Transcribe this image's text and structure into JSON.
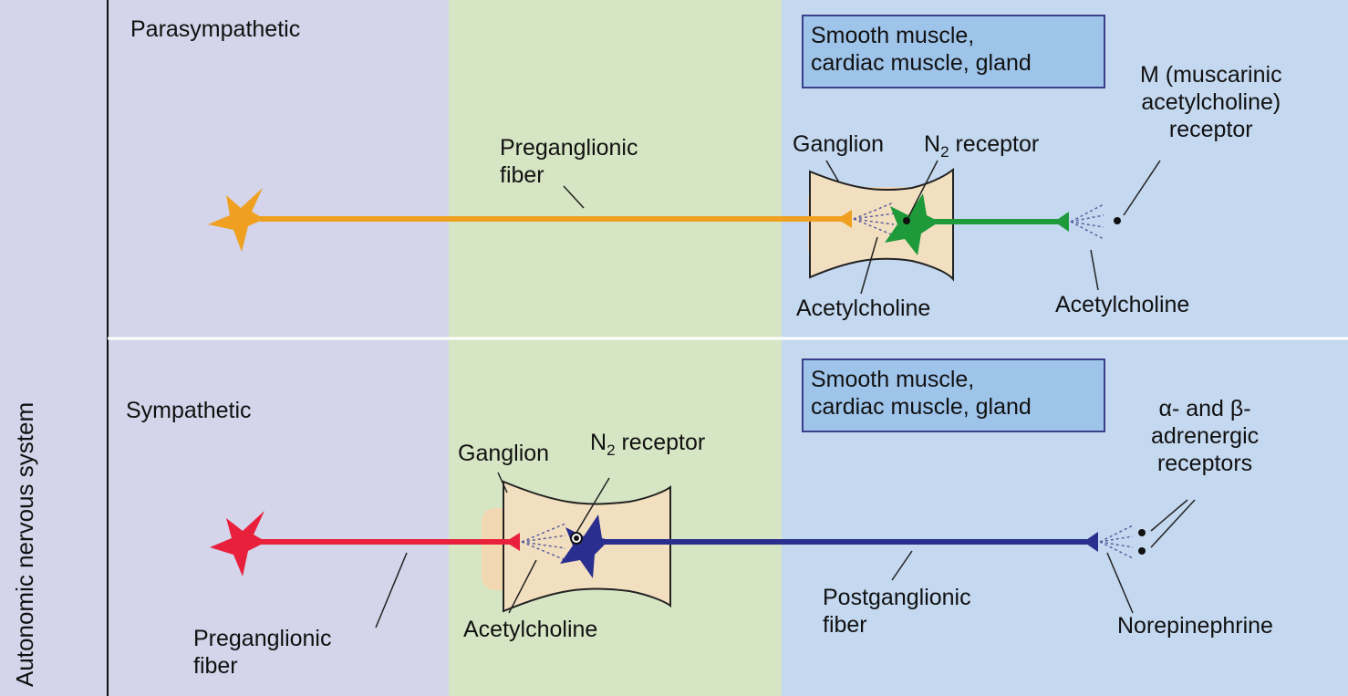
{
  "side_label": "Autonomic nervous system",
  "parasympathetic": {
    "title": "Parasympathetic",
    "effector_box": "Smooth muscle,\ncardiac muscle, gland",
    "preganglionic_label": "Preganglionic\nfiber",
    "ganglion_label": "Ganglion",
    "receptor_label_main": "N",
    "receptor_label_sub": "2",
    "receptor_label_tail": " receptor",
    "synapse_label": "Acetylcholine",
    "target_receptor_label": "M (muscarinic\nacetylcholine)\nreceptor",
    "target_transmitter_label": "Acetylcholine"
  },
  "sympathetic": {
    "title": "Sympathetic",
    "effector_box": "Smooth muscle,\ncardiac muscle, gland",
    "preganglionic_label": "Preganglionic\nfiber",
    "ganglion_label": "Ganglion",
    "receptor_label_main": "N",
    "receptor_label_sub": "2",
    "receptor_label_tail": " receptor",
    "synapse_label": "Acetylcholine",
    "postganglionic_label": "Postganglionic\nfiber",
    "target_receptor_label": "α- and β-\nadrenergic\nreceptors",
    "target_transmitter_label": "Norepinephrine"
  },
  "colors": {
    "parasympathetic_pre": "#f0a020",
    "parasympathetic_post": "#1e9a3a",
    "sympathetic_pre": "#e8203c",
    "sympathetic_post": "#2a2e8e",
    "band_left": "#d4d4ea",
    "band_mid": "#d6e6c4",
    "band_right": "#c4d8f0",
    "box_fill": "#9ec4ea"
  }
}
